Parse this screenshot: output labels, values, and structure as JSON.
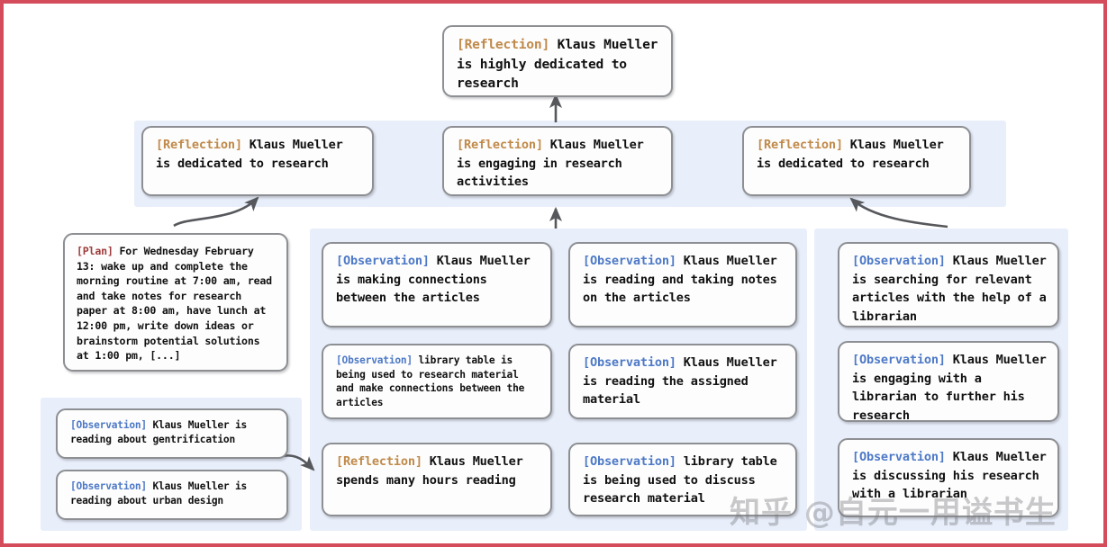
{
  "theme": {
    "page_background": "#ffffff",
    "frame_border_color": "#d44b5c",
    "panel_background": "#e8effb",
    "node_background": "#fdfdfd",
    "node_border_color": "#8d8f93",
    "arrow_color": "#56585c",
    "tag_reflection_color": "#c08a4a",
    "tag_observation_color": "#4d79c7",
    "tag_plan_color": "#a03c3c",
    "body_text_color": "#111111"
  },
  "labels": {
    "reflection": "[Reflection]",
    "observation": "[Observation]",
    "plan": "[Plan]"
  },
  "watermark": {
    "text": "知乎 @自元一用谥书生"
  },
  "nodes": {
    "root": {
      "tag": "[Reflection]",
      "text": " Klaus Mueller is highly dedicated to research"
    },
    "mid_left": {
      "tag": "[Reflection]",
      "text": " Klaus Mueller is dedicated to research"
    },
    "mid_center": {
      "tag": "[Reflection]",
      "text": " Klaus Mueller is engaging in research activities"
    },
    "mid_right": {
      "tag": "[Reflection]",
      "text": " Klaus Mueller is dedicated to research"
    },
    "plan": {
      "tag": "[Plan]",
      "text": " For Wednesday February 13: wake up and complete the morning routine at 7:00 am, read and take notes for research paper at 8:00 am, have lunch at 12:00 pm, write down ideas or brainstorm potential solutions at 1:00 pm, [...]"
    },
    "col1_obs1": {
      "tag": "[Observation]",
      "text": " Klaus Mueller is reading about gentrification"
    },
    "col1_obs2": {
      "tag": "[Observation]",
      "text": " Klaus Mueller is reading about urban design"
    },
    "col2_obs1": {
      "tag": "[Observation]",
      "text": " Klaus Mueller is making connections between the articles"
    },
    "col2_obs2": {
      "tag": "[Observation]",
      "text": " library table is being used to research material and make connections between the articles"
    },
    "col2_refl": {
      "tag": "[Reflection]",
      "text": " Klaus Mueller spends many hours reading"
    },
    "col3_obs1": {
      "tag": "[Observation]",
      "text": " Klaus Mueller is reading and taking notes on the articles"
    },
    "col3_obs2": {
      "tag": "[Observation]",
      "text": " Klaus Mueller is reading the assigned material"
    },
    "col3_obs3": {
      "tag": "[Observation]",
      "text": " library table is being used to discuss research material"
    },
    "col4_obs1": {
      "tag": "[Observation]",
      "text": " Klaus Mueller is searching for relevant articles with the help of a librarian"
    },
    "col4_obs2": {
      "tag": "[Observation]",
      "text": " Klaus Mueller is engaging with a librarian to further his research"
    },
    "col4_obs3": {
      "tag": "[Observation]",
      "text": " Klaus Mueller is discussing his research with a librarian"
    }
  }
}
